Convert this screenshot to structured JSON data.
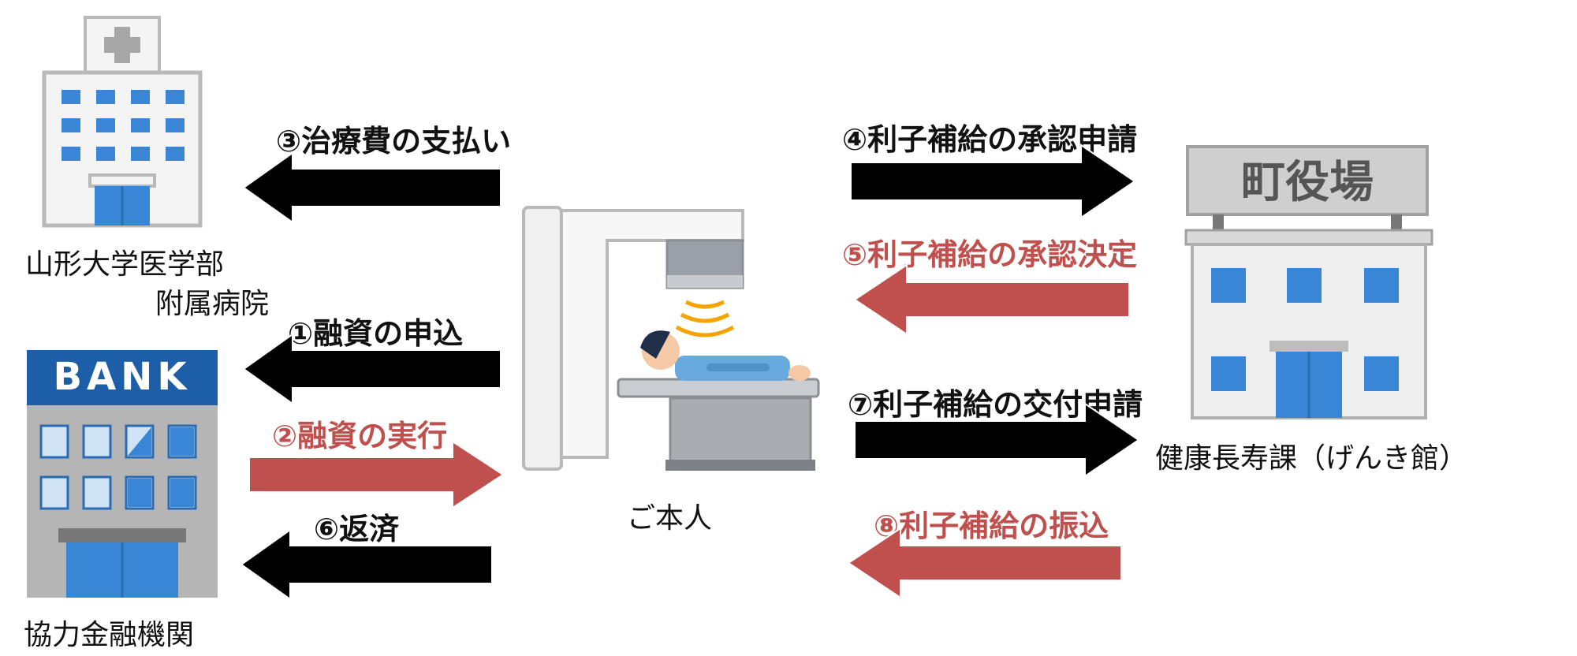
{
  "colors": {
    "black_arrow": "#000000",
    "red_arrow": "#c0504d",
    "red_text": "#c0504d",
    "building_blue": "#3a86d6",
    "bank_header": "#1c5fa8",
    "building_gray": "#b5b5b5"
  },
  "bank": {
    "sign": "BANK"
  },
  "townhall": {
    "sign": "町役場"
  },
  "labels": {
    "hospital_line1": "山形大学医学部",
    "hospital_line2": "附属病院",
    "bank": "協力金融機関",
    "patient": "ご本人",
    "townhall": "健康長寿課（げんき館）"
  },
  "steps": {
    "s3": "③治療費の支払い",
    "s1": "①融資の申込",
    "s2": "②融資の実行",
    "s6": "⑥返済",
    "s4": "④利子補給の承認申請",
    "s5": "⑤利子補給の承認決定",
    "s7": "⑦利子補給の交付申請",
    "s8": "⑧利子補給の振込"
  }
}
